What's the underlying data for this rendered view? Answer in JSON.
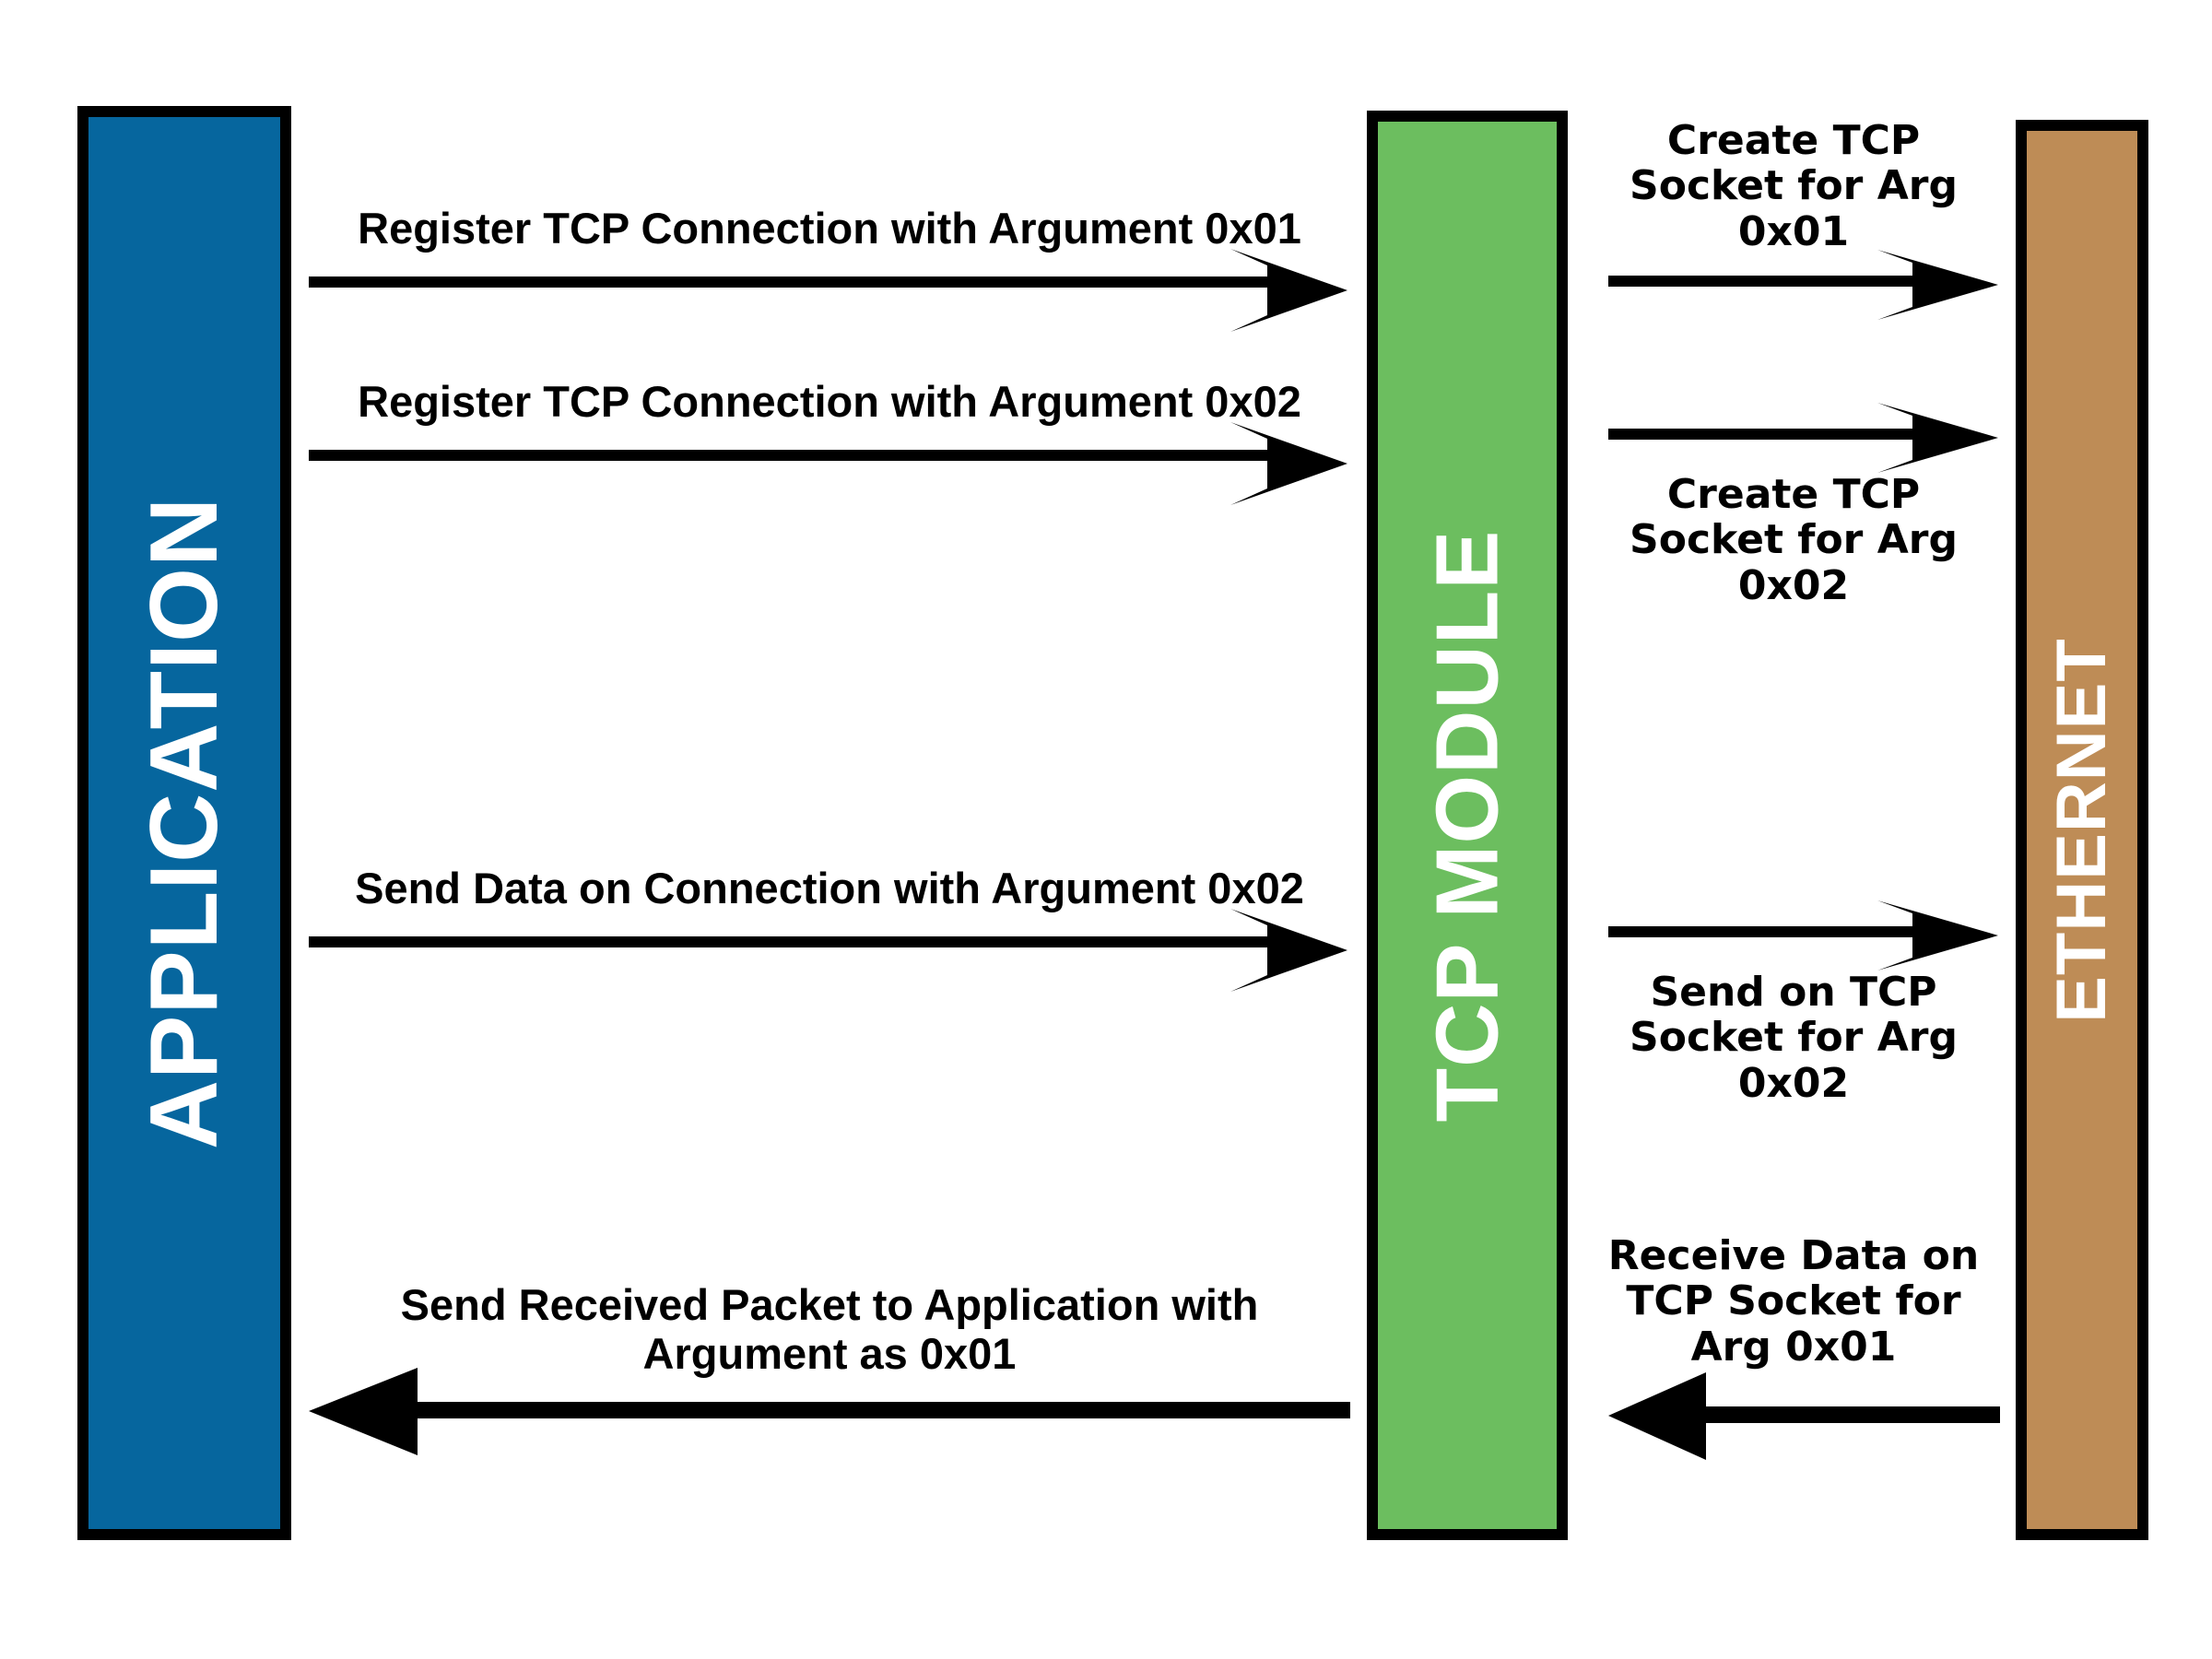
{
  "diagram": {
    "title": "TCP Module Sequence Diagram",
    "type": "sequence-diagram",
    "background": "#FFFFFF"
  },
  "lanes": [
    {
      "id": "application",
      "label": "APPLICATION",
      "color": "#06669E",
      "text_color": "#FFFFFF",
      "border_color": "#000000",
      "orientation": "vertical-bottom-to-top"
    },
    {
      "id": "tcp-module",
      "label": "TCP MODULE",
      "color": "#6CBE5F",
      "text_color": "#FFFFFF",
      "border_color": "#000000",
      "orientation": "vertical-bottom-to-top"
    },
    {
      "id": "ethernet",
      "label": "ETHERNET",
      "color": "#BE8C56",
      "text_color": "#FFFFFF",
      "border_color": "#000000",
      "orientation": "vertical-bottom-to-top"
    }
  ],
  "messages": {
    "register_0x01": {
      "label": "Register TCP Connection with Argument 0x01",
      "from": "APPLICATION",
      "to": "TCP MODULE",
      "direction": "right",
      "label_position": "above",
      "order": 1
    },
    "register_0x02": {
      "label": "Register TCP Connection with Argument 0x02",
      "from": "APPLICATION",
      "to": "TCP MODULE",
      "direction": "right",
      "label_position": "above",
      "order": 2
    },
    "send_data_0x02": {
      "label": "Send Data on Connection with Argument 0x02",
      "from": "APPLICATION",
      "to": "TCP MODULE",
      "direction": "right",
      "label_position": "above",
      "order": 5
    },
    "send_received_packet": {
      "label": "Send Received Packet to Application with\nArgument as 0x01",
      "from": "TCP MODULE",
      "to": "APPLICATION",
      "direction": "left",
      "label_position": "above",
      "order": 8
    },
    "create_socket_0x01": {
      "label": "Create TCP\nSocket for Arg\n0x01",
      "from": "TCP MODULE",
      "to": "ETHERNET",
      "direction": "right",
      "label_position": "above",
      "order": 3
    },
    "create_socket_0x02": {
      "label": "Create TCP\nSocket for Arg\n0x02",
      "from": "TCP MODULE",
      "to": "ETHERNET",
      "direction": "right",
      "label_position": "below",
      "order": 4
    },
    "send_socket_0x02": {
      "label": "Send on TCP\nSocket for Arg\n0x02",
      "from": "TCP MODULE",
      "to": "ETHERNET",
      "direction": "right",
      "label_position": "below",
      "order": 6
    },
    "receive_data_0x01": {
      "label": "Receive Data on\nTCP Socket for\nArg 0x01",
      "from": "ETHERNET",
      "to": "TCP MODULE",
      "direction": "left",
      "label_position": "above",
      "order": 7
    }
  }
}
